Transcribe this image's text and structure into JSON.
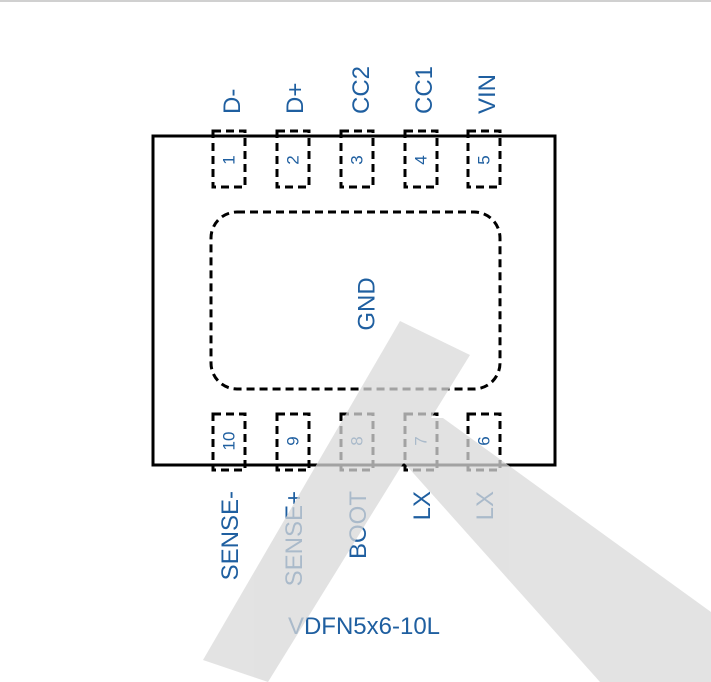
{
  "pins_top": [
    {
      "number": "1",
      "name": "D-"
    },
    {
      "number": "2",
      "name": "D+"
    },
    {
      "number": "3",
      "name": "CC2"
    },
    {
      "number": "4",
      "name": "CC1"
    },
    {
      "number": "5",
      "name": "VIN"
    }
  ],
  "pins_bottom": [
    {
      "number": "10",
      "name": "SENSE-"
    },
    {
      "number": "9",
      "name": "SENSE+"
    },
    {
      "number": "8",
      "name": "BOOT"
    },
    {
      "number": "7",
      "name": "LX"
    },
    {
      "number": "6",
      "name": "LX"
    }
  ],
  "exposed_pad": {
    "name": "GND"
  },
  "package": {
    "name": "VDFN5x6-10L"
  },
  "colors": {
    "label": "#1f5fa0",
    "outline": "#000000",
    "watermark": "#d9d9d9",
    "top_border": "#d0d0d0"
  }
}
